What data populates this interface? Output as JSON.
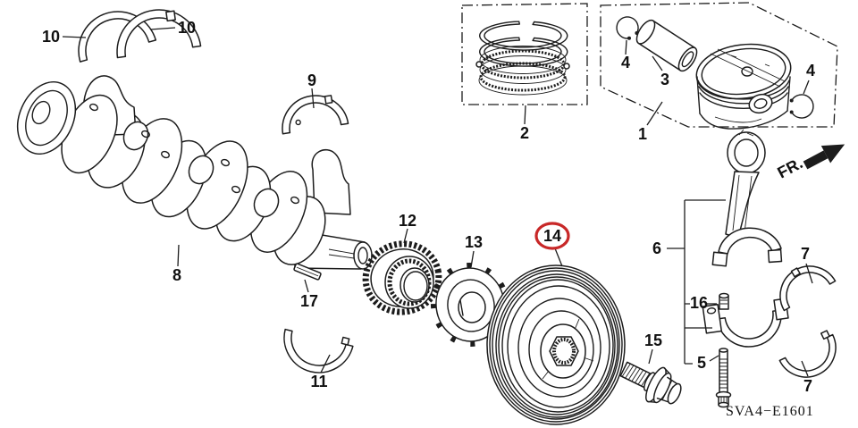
{
  "diagram": {
    "code": "SVA4−E1601",
    "direction_label": "FR.",
    "highlight_color": "#c82828",
    "line_color": "#1c1c1c",
    "background": "#ffffff",
    "highlighted_part": "14",
    "labels": [
      {
        "text": "10"
      },
      {
        "text": "10"
      },
      {
        "text": "9"
      },
      {
        "text": "2"
      },
      {
        "text": "1"
      },
      {
        "text": "4"
      },
      {
        "text": "3"
      },
      {
        "text": "4"
      },
      {
        "text": "8"
      },
      {
        "text": "17"
      },
      {
        "text": "11"
      },
      {
        "text": "12"
      },
      {
        "text": "13"
      },
      {
        "text": "14"
      },
      {
        "text": "15"
      },
      {
        "text": "6"
      },
      {
        "text": "16"
      },
      {
        "text": "5"
      },
      {
        "text": "7"
      },
      {
        "text": "7"
      }
    ]
  }
}
